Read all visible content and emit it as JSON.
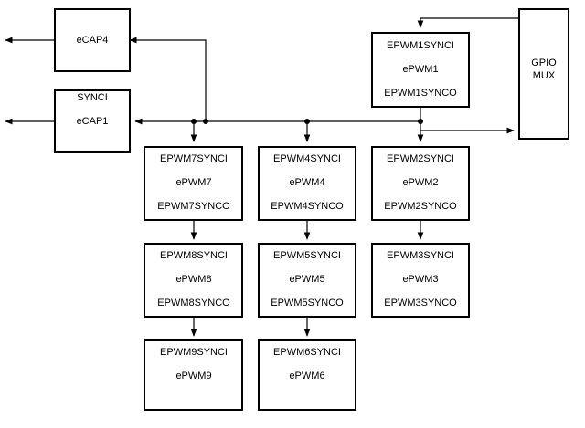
{
  "blocks": {
    "ecap4": {
      "lines": [
        "eCAP4"
      ]
    },
    "ecap1": {
      "lines": [
        "SYNCI",
        "eCAP1"
      ]
    },
    "epwm1": {
      "lines": [
        "EPWM1SYNCI",
        "ePWM1",
        "EPWM1SYNCO"
      ]
    },
    "gpio_mux": {
      "lines": [
        "GPIO",
        "MUX"
      ]
    },
    "epwm7": {
      "lines": [
        "EPWM7SYNCI",
        "ePWM7",
        "EPWM7SYNCO"
      ]
    },
    "epwm4": {
      "lines": [
        "EPWM4SYNCI",
        "ePWM4",
        "EPWM4SYNCO"
      ]
    },
    "epwm2": {
      "lines": [
        "EPWM2SYNCI",
        "ePWM2",
        "EPWM2SYNCO"
      ]
    },
    "epwm8": {
      "lines": [
        "EPWM8SYNCI",
        "ePWM8",
        "EPWM8SYNCO"
      ]
    },
    "epwm5": {
      "lines": [
        "EPWM5SYNCI",
        "ePWM5",
        "EPWM5SYNCO"
      ]
    },
    "epwm3": {
      "lines": [
        "EPWM3SYNCI",
        "ePWM3",
        "EPWM3SYNCO"
      ]
    },
    "epwm9": {
      "lines": [
        "EPWM9SYNCI",
        "ePWM9"
      ]
    },
    "epwm6": {
      "lines": [
        "EPWM6SYNCI",
        "ePWM6"
      ]
    }
  }
}
